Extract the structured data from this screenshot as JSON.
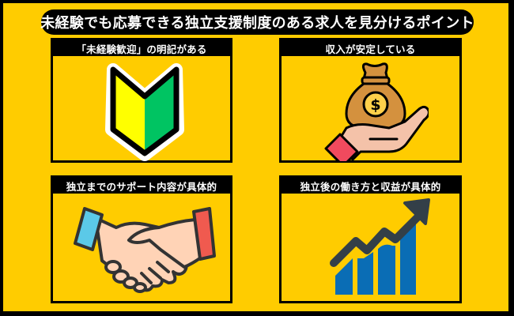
{
  "title": "未経験でも応募できる独立支援制度のある求人を見分けるポイント",
  "colors": {
    "background": "#FFCC00",
    "frame": "#000000",
    "header_bg": "#000000",
    "header_text": "#FFFFFF"
  },
  "panels": [
    {
      "label": "「未経験歓迎」の明記がある",
      "icon": "beginner-mark-icon"
    },
    {
      "label": "収入が安定している",
      "icon": "money-bag-hand-icon"
    },
    {
      "label": "独立までのサポート内容が具体的",
      "icon": "handshake-icon"
    },
    {
      "label": "独立後の働き方と収益が具体的",
      "icon": "growth-chart-icon"
    }
  ]
}
